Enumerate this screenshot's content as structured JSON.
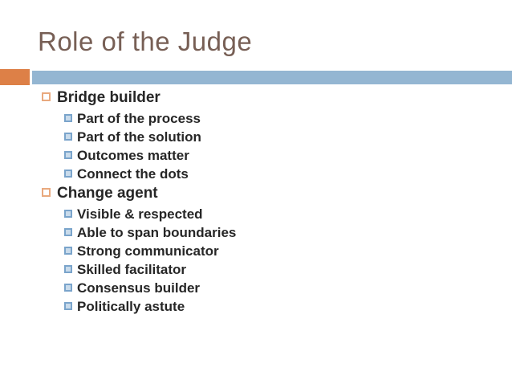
{
  "slide": {
    "title": "Role of the Judge",
    "colors": {
      "title": "#775F55",
      "body_text": "#262626",
      "accent_orange": "#DD8047",
      "accent_blue": "#94B6D2",
      "bullet1_border": "#E9A97E",
      "bullet2_border": "#7AA4CB",
      "bullet2_fill": "#C9DBEB",
      "background": "#FFFFFF"
    },
    "bullets": [
      {
        "label": "Bridge builder",
        "children": [
          "Part of the process",
          "Part of the solution",
          "Outcomes matter",
          "Connect the dots"
        ]
      },
      {
        "label": "Change agent",
        "children": [
          "Visible & respected",
          "Able to span boundaries",
          "Strong communicator",
          "Skilled facilitator",
          "Consensus builder",
          "Politically astute"
        ]
      }
    ]
  }
}
